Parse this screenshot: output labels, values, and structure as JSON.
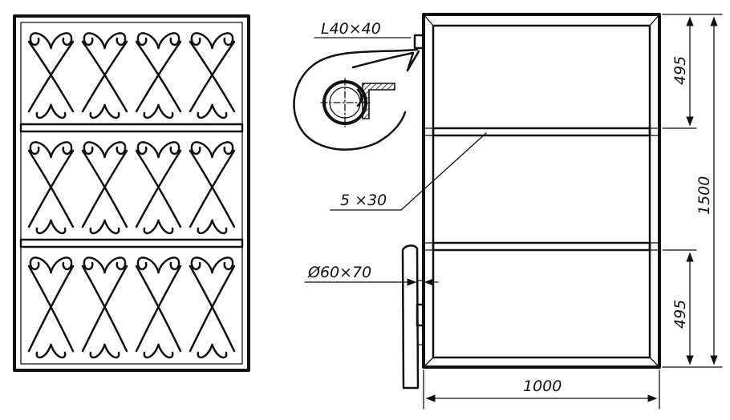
{
  "labels": {
    "angle_profile": "L40×40",
    "strip_profile": "5 ×30",
    "hinge_pin": "Ø60×70",
    "dim_top_section": "495",
    "dim_total_height": "1500",
    "dim_bottom_section": "495",
    "dim_width": "1000"
  },
  "grille": {
    "sections": 3,
    "columns": 4
  }
}
